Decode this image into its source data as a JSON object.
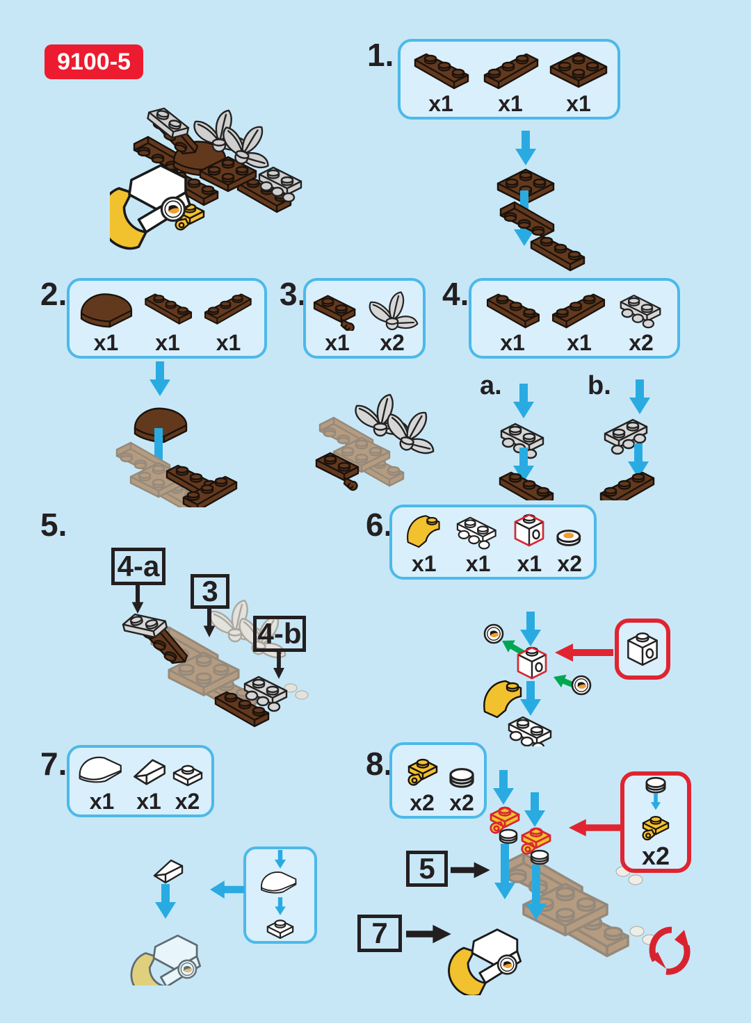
{
  "badge": {
    "text": "9100-5"
  },
  "colors": {
    "background": "#c7e7f7",
    "box_fill": "#d9effc",
    "box_border": "#4cb9e9",
    "arrow_blue": "#29abe2",
    "arrow_green": "#00a651",
    "accent_red": "#e02430",
    "brick_brown": "#63391e",
    "brick_gray": "#cfcfcf",
    "brick_yellow": "#f2c12e",
    "brick_white": "#ffffff",
    "ghost_tan": "#b59c81"
  },
  "steps": {
    "s1": {
      "num": "1.",
      "parts": [
        {
          "name": "brown-left-wedge-plate-icon",
          "qty": "x1"
        },
        {
          "name": "brown-right-wedge-plate-icon",
          "qty": "x1"
        },
        {
          "name": "brown-2x2-plate-icon",
          "qty": "x1"
        }
      ]
    },
    "s2": {
      "num": "2.",
      "parts": [
        {
          "name": "brown-curved-slope-icon",
          "qty": "x1"
        },
        {
          "name": "brown-left-wedge-plate-icon",
          "qty": "x1"
        },
        {
          "name": "brown-right-wedge-plate-icon",
          "qty": "x1"
        }
      ]
    },
    "s3": {
      "num": "3.",
      "parts": [
        {
          "name": "brown-clip-plate-icon",
          "qty": "x1"
        },
        {
          "name": "gray-plume-icon",
          "qty": "x2"
        }
      ]
    },
    "s4": {
      "num": "4.",
      "sub_a": "a.",
      "sub_b": "b.",
      "parts": [
        {
          "name": "brown-left-wedge-plate-icon",
          "qty": "x1"
        },
        {
          "name": "brown-right-wedge-plate-icon",
          "qty": "x1"
        },
        {
          "name": "gray-feather-plate-icon",
          "qty": "x2"
        }
      ]
    },
    "s5": {
      "num": "5.",
      "ref_a": "4-a",
      "ref_3": "3",
      "ref_b": "4-b"
    },
    "s6": {
      "num": "6.",
      "parts": [
        {
          "name": "yellow-curved-slope-icon",
          "qty": "x1"
        },
        {
          "name": "white-feather-plate-icon",
          "qty": "x1"
        },
        {
          "name": "white-headlight-brick-icon",
          "qty": "x1"
        },
        {
          "name": "eye-tile-icon",
          "qty": "x2"
        }
      ]
    },
    "s7": {
      "num": "7.",
      "parts": [
        {
          "name": "white-curved-slope-icon",
          "qty": "x1"
        },
        {
          "name": "white-slope-icon",
          "qty": "x1"
        },
        {
          "name": "white-1x1-plate-icon",
          "qty": "x2"
        }
      ]
    },
    "s8": {
      "num": "8.",
      "ref_5": "5",
      "ref_7": "7",
      "callout_qty": "x2",
      "parts": [
        {
          "name": "yellow-clip-plate-icon",
          "qty": "x2"
        },
        {
          "name": "white-round-plate-icon",
          "qty": "x2"
        }
      ]
    }
  }
}
